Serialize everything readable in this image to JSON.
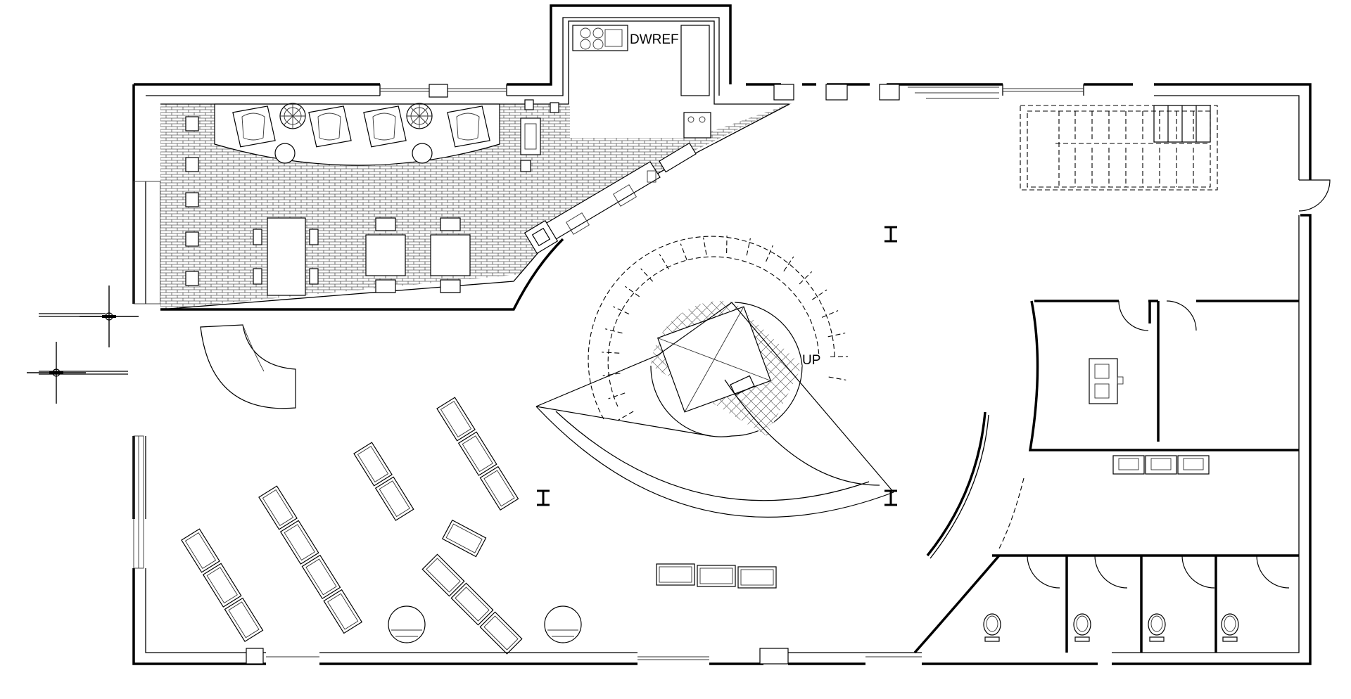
{
  "plan": {
    "kitchen_label": "DWREF",
    "stair_label": "UP"
  },
  "colors": {
    "line": "#000000",
    "background": "#ffffff",
    "brick_hatch": "#555555"
  },
  "icons": {
    "column": "i-beam-column",
    "stair": "spiral-stair",
    "toilet": "toilet-fixture",
    "bicycle": "bicycle"
  }
}
